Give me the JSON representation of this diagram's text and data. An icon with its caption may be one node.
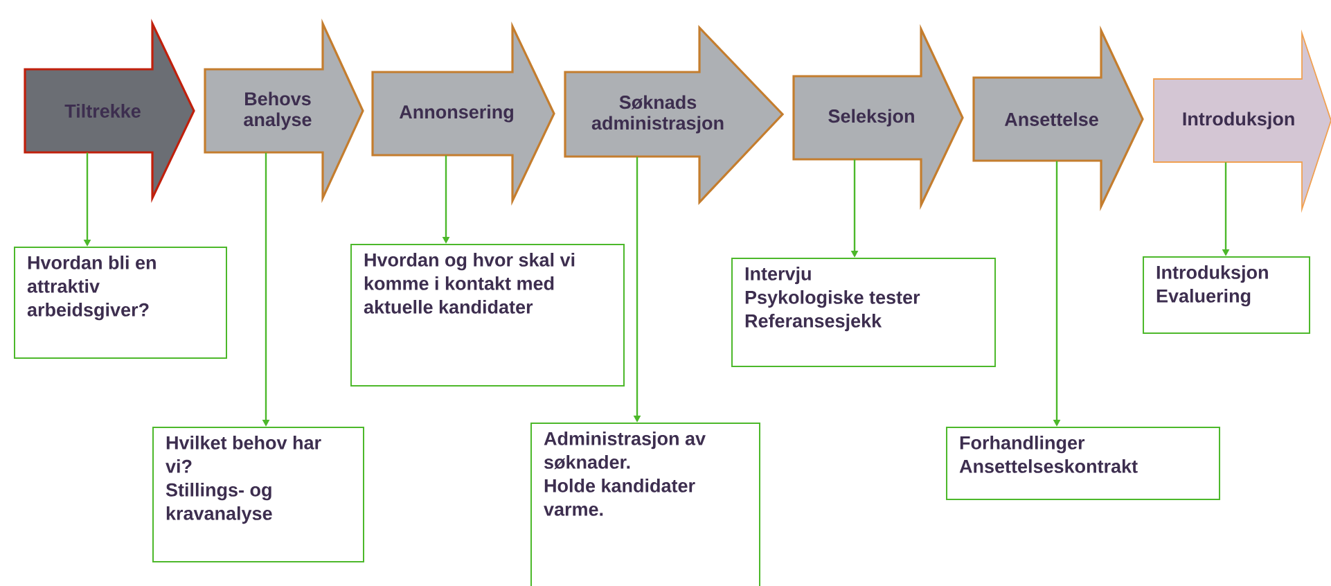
{
  "diagram": {
    "nodes": [
      {
        "text": [
          "Tiltrekke"
        ]
      },
      {
        "text": [
          "Behovs analyse"
        ]
      },
      {
        "text": [
          "Annonsering"
        ]
      },
      {
        "text": [
          "Søknads administrasjon"
        ]
      },
      {
        "text": [
          "Seleksjon"
        ]
      },
      {
        "text": [
          "Ansettelse"
        ]
      },
      {
        "text": [
          "Introduksjon"
        ]
      },
      {
        "text": [
          "Hvordan bli en attraktiv arbeidsgiver?"
        ]
      },
      {
        "text": [
          "Hvilket behov har vi?",
          "Stillings- og kravanalyse"
        ]
      },
      {
        "text": [
          "Hvordan og hvor skal vi komme i kontakt med aktuelle kandidater"
        ]
      },
      {
        "text": [
          "Administrasjon av søknader.",
          "Holde kandidater varme."
        ]
      },
      {
        "text": [
          "Intervju",
          "Psykologiske tester",
          "Referansesjekk"
        ]
      },
      {
        "text": [
          "Forhandlinger",
          "Ansettelseskontrakt"
        ]
      },
      {
        "text": [
          "Introduksjon",
          "Evaluering"
        ]
      }
    ],
    "edges": [
      {
        "from": 0,
        "to": 7,
        "arrow": "to"
      },
      {
        "from": 1,
        "to": 8,
        "arrow": "to"
      },
      {
        "from": 2,
        "to": 9,
        "arrow": "to"
      },
      {
        "from": 3,
        "to": 10,
        "arrow": "to"
      },
      {
        "from": 4,
        "to": 11,
        "arrow": "to"
      },
      {
        "from": 5,
        "to": 12,
        "arrow": "to"
      },
      {
        "from": 6,
        "to": 13,
        "arrow": "to"
      }
    ]
  }
}
